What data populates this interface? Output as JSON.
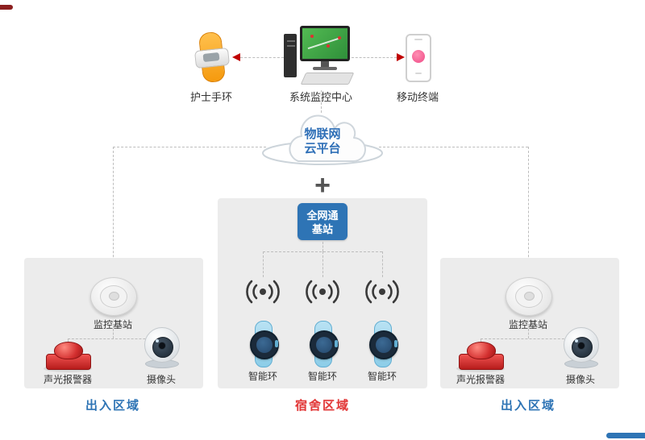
{
  "top": {
    "wristband_label": "护士手环",
    "center_label": "系统监控中心",
    "mobile_label": "移动终端"
  },
  "cloud": {
    "line1": "物联网",
    "line2": "云平台"
  },
  "plus": "+",
  "base_station": {
    "line1": "全网通",
    "line2": "基站"
  },
  "zones": {
    "left": {
      "station": "监控基站",
      "alarm": "声光报警器",
      "camera": "摄像头",
      "zone": "出入区域"
    },
    "middle": {
      "bands": [
        "智能环",
        "智能环",
        "智能环"
      ],
      "zone": "宿舍区域"
    },
    "right": {
      "station": "监控基站",
      "alarm": "声光报警器",
      "camera": "摄像头",
      "zone": "出入区域"
    }
  },
  "colors": {
    "accent_blue": "#2e74b5",
    "zone_red": "#e23a3a",
    "alarm_red": "#c62828",
    "band_orange": "#f59a0e",
    "dashed_line": "#bdbdbd"
  }
}
